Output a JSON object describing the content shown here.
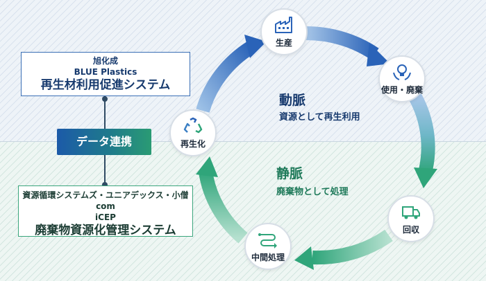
{
  "left_panel": {
    "blue_box": {
      "line1": "旭化成",
      "line2": "BLUE Plastics",
      "line3": "再生材利用促進システム"
    },
    "data_link_label": "データ連携",
    "green_box": {
      "line1": "資源循環システムズ・ユニアデックス・小僧com",
      "line2": "iCEP",
      "line3": "廃棄物資源化管理システム"
    }
  },
  "cycle": {
    "nodes": {
      "production": "生産",
      "use_disposal": "使用・廃棄",
      "collection": "回収",
      "intermediate": "中間処理",
      "recycling": "再生化"
    },
    "upper": {
      "title": "動脈",
      "subtitle": "資源として再生利用"
    },
    "lower": {
      "title": "静脈",
      "subtitle": "廃棄物として処理"
    }
  },
  "colors": {
    "arterial_blue": "#2a63b8",
    "venous_green": "#2fa57a",
    "navy_text": "#173a6e"
  },
  "icons": [
    "factory-icon",
    "lightbulb-hands-icon",
    "truck-icon",
    "process-flow-icon",
    "recycle-icon"
  ]
}
